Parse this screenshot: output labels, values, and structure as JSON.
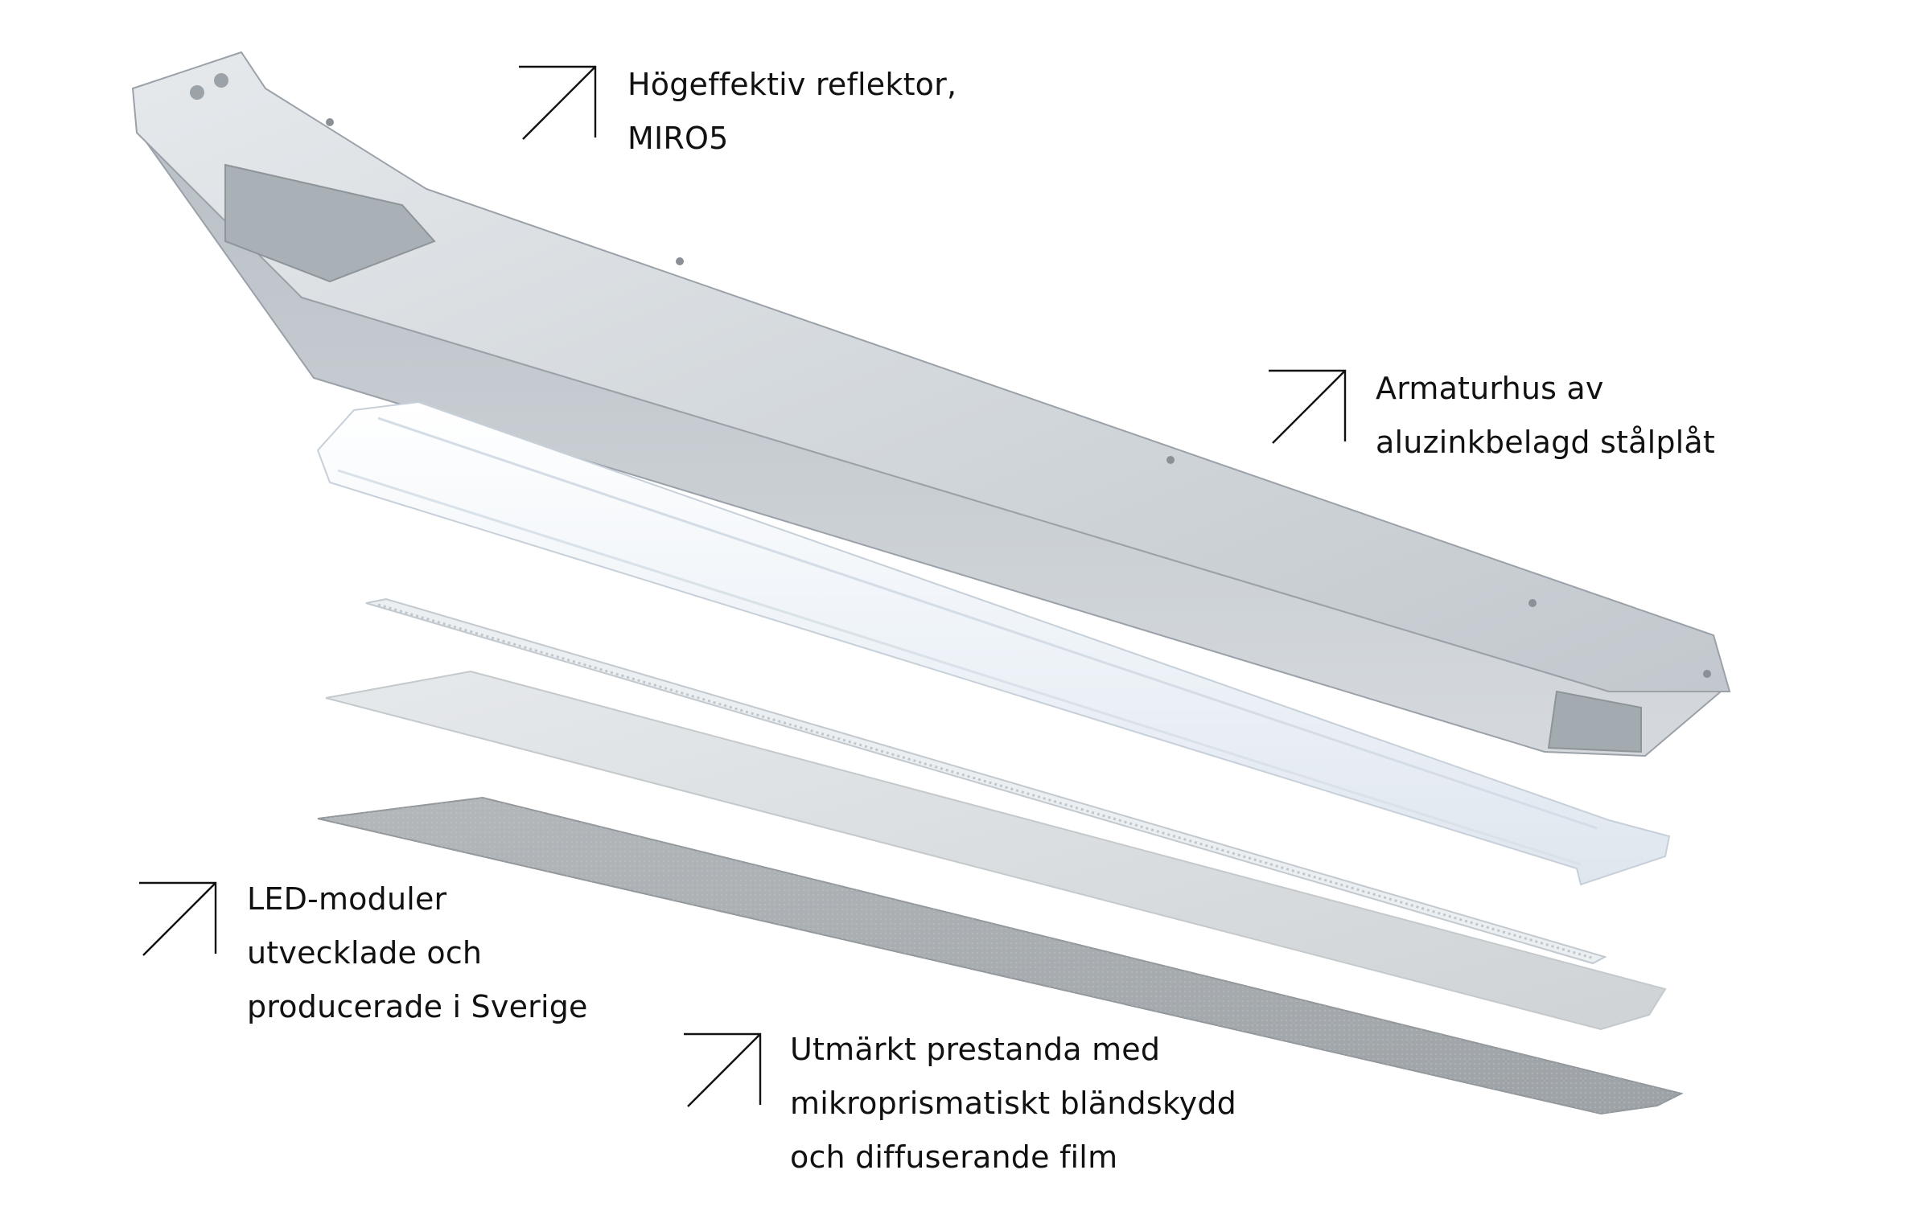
{
  "labels": {
    "reflector": {
      "lines": [
        "Högeffektiv reflektor,",
        "MIRO5"
      ]
    },
    "housing": {
      "lines": [
        "Armaturhus av",
        "aluzinkbelagd stålplåt"
      ]
    },
    "led": {
      "lines": [
        "LED-moduler",
        "utvecklade och",
        "producerade i Sverige"
      ]
    },
    "optics": {
      "lines": [
        "Utmärkt prestanda med",
        "mikroprismatiskt bländskydd",
        "och diffuserande film"
      ]
    }
  },
  "icons": [
    "arrow-up-right-icon"
  ],
  "colors": {
    "text": "#111111",
    "housing_metal": "#c9ced3",
    "housing_dark": "#9aa1a8",
    "reflector": "#f4f7fa",
    "led_board": "#e8ecf0",
    "diffuser": "#d8dcdf",
    "prism_film": "#a9adb0"
  }
}
